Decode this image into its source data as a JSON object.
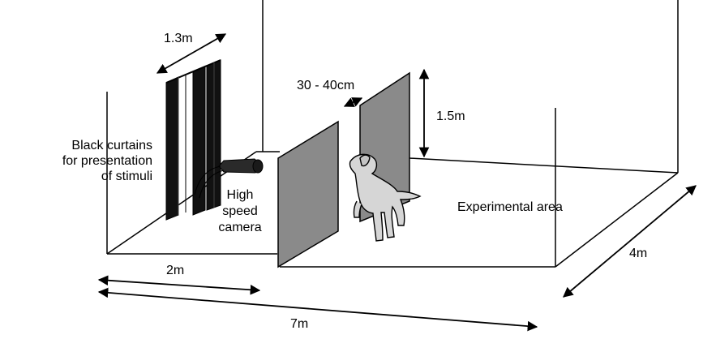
{
  "labels": {
    "curtain_width": "1.3m",
    "gap": "30 - 40cm",
    "wall_height": "1.5m",
    "curtains_line1": "Black curtains",
    "curtains_line2": "for presentation",
    "curtains_line3": "of stimuli",
    "camera_line1": "High",
    "camera_line2": "speed",
    "camera_line3": "camera",
    "experimental_area": "Experimental area",
    "depth": "4m",
    "dist_2m": "2m",
    "dist_7m": "7m"
  },
  "colors": {
    "line": "#000000",
    "panel": "#8a8a8a",
    "dog": "#d6d6d6",
    "curtain": "#111111"
  }
}
